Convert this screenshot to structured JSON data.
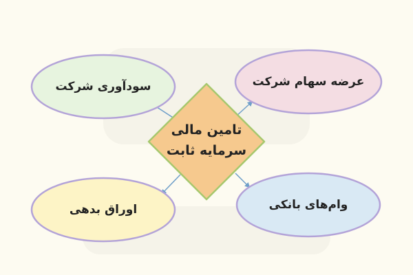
{
  "diagram": {
    "center": {
      "line1": "تامین مالی",
      "line2": "سرمایه ثابت",
      "fill": "#f6c98e",
      "stroke": "#a6c86d"
    },
    "nodes": [
      {
        "id": "top-left",
        "label": "سودآوری شرکت",
        "fill": "#e7f4df",
        "stroke": "#b3a3d8"
      },
      {
        "id": "top-right",
        "label": "عرضه سهام شرکت",
        "fill": "#f4dde3",
        "stroke": "#b3a3d8"
      },
      {
        "id": "bottom-left",
        "label": "اوراق بدهی",
        "fill": "#fdf4c6",
        "stroke": "#b3a3d8"
      },
      {
        "id": "bottom-right",
        "label": "وام‌های بانکی",
        "fill": "#d9e9f4",
        "stroke": "#b3a3d8"
      }
    ],
    "arrow_color": "#6f9fc9"
  }
}
